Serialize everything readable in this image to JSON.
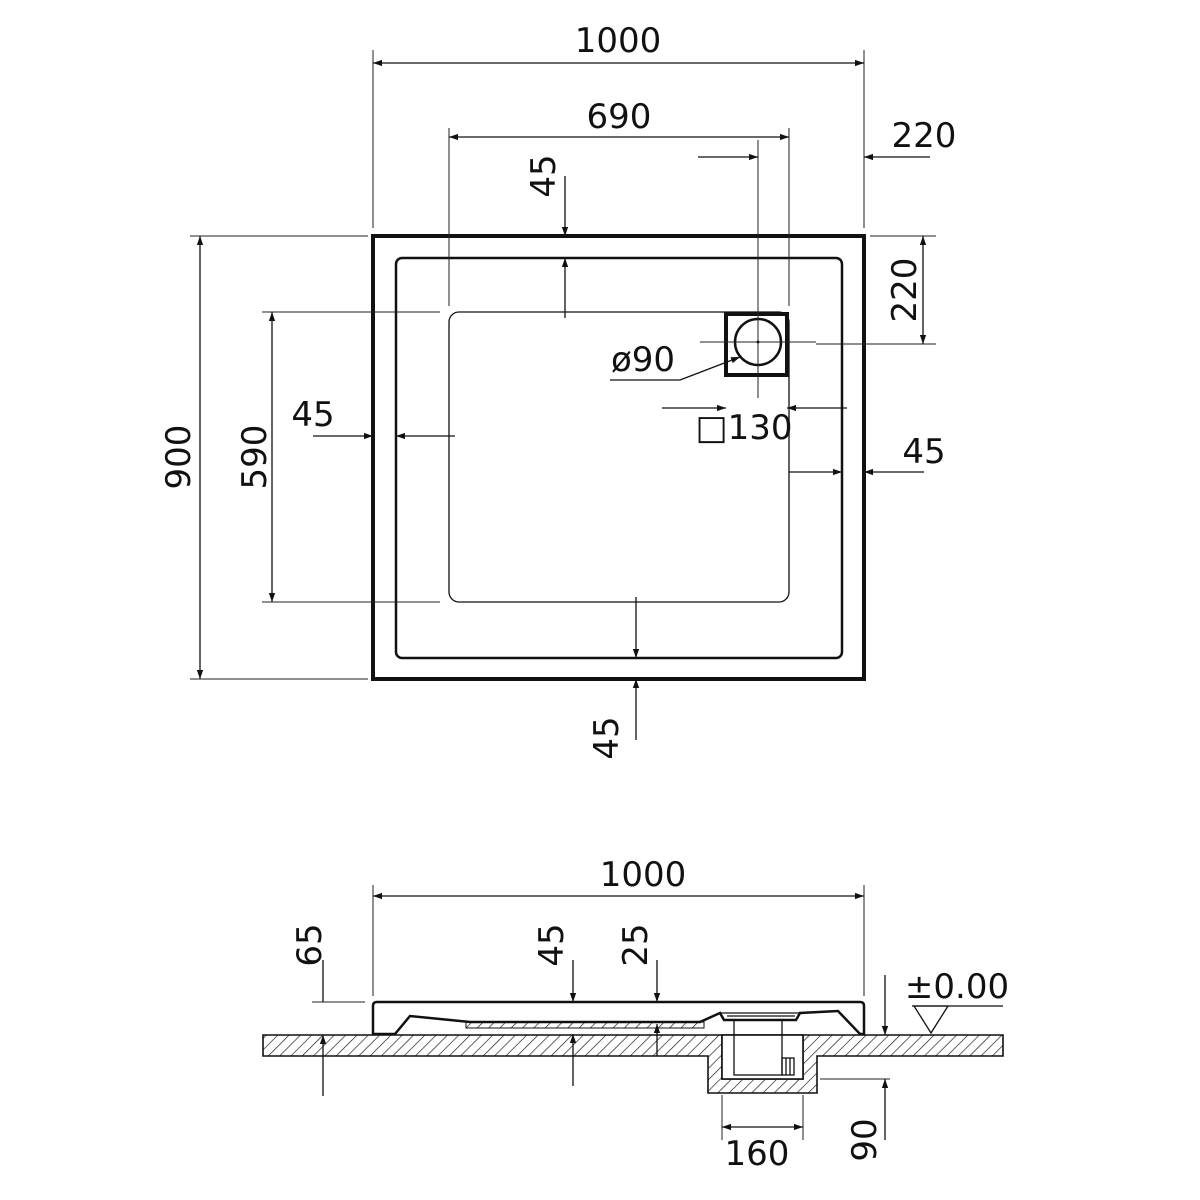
{
  "plan": {
    "width": "1000",
    "inner_width": "690",
    "drain_offset_x": "220",
    "rim_top": "45",
    "drain_offset_y": "220",
    "drain_diameter": "ø90",
    "drain_square": "□130",
    "rim_left": "45",
    "rim_right": "45",
    "rim_bottom": "45",
    "height": "900",
    "inner_height": "590"
  },
  "section": {
    "width": "1000",
    "tray_height": "65",
    "depth_a": "45",
    "depth_b": "25",
    "level": "±0.00",
    "pit_width": "160",
    "pit_depth": "90"
  }
}
